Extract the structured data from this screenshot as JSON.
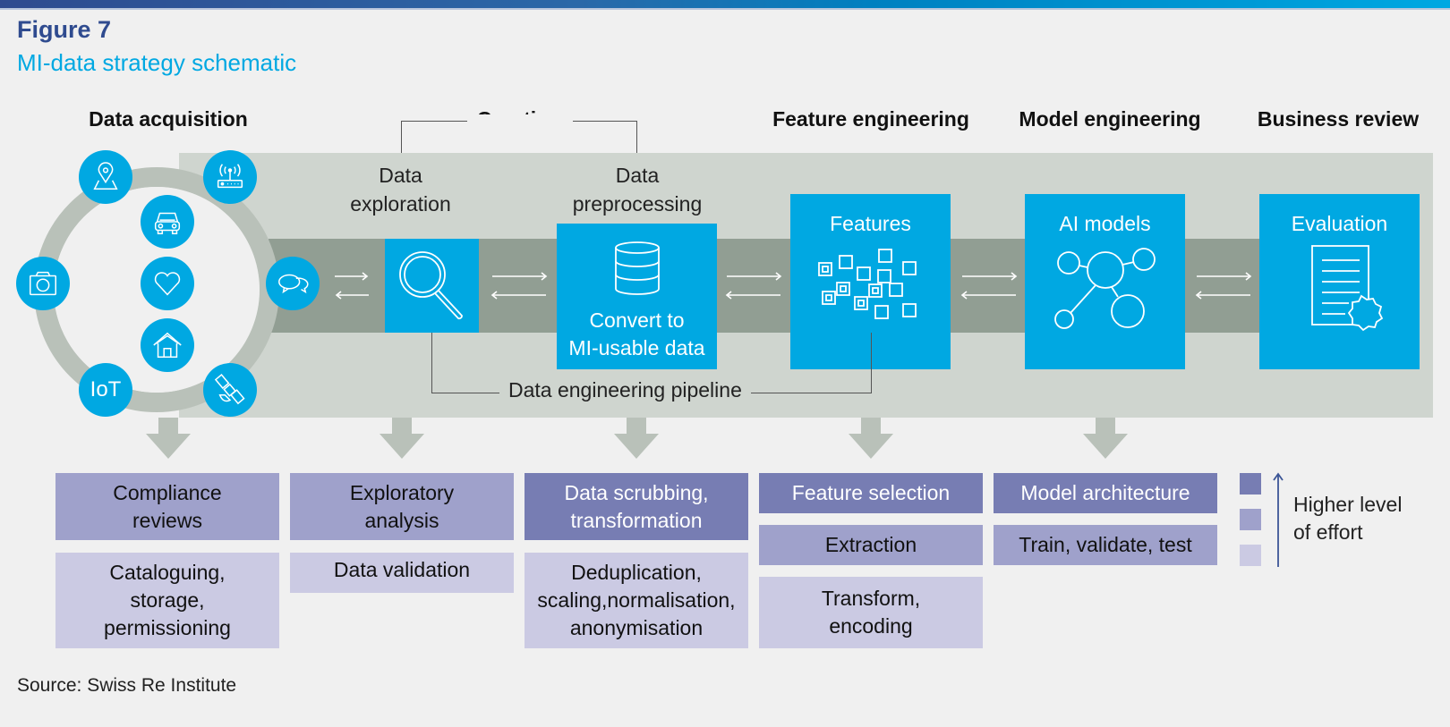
{
  "header": {
    "figure_label": "Figure 7",
    "figure_title": "MI-data strategy schematic"
  },
  "stages": {
    "data_acquisition": "Data acquisition",
    "curation": "Curation",
    "feature_engineering": "Feature engineering",
    "model_engineering": "Model engineering",
    "business_review": "Business review"
  },
  "acquisition_icons": [
    "map-pin",
    "router",
    "car",
    "heart",
    "camera",
    "chat",
    "home",
    "IoT",
    "satellite"
  ],
  "iot_label": "IoT",
  "curation_steps": {
    "exploration_label": "Data exploration",
    "exploration_line1": "Data",
    "exploration_line2": "exploration",
    "preprocessing_line1": "Data",
    "preprocessing_line2": "preprocessing",
    "convert_line1": "Convert to",
    "convert_line2": "MI-usable data"
  },
  "boxes": {
    "features": "Features",
    "ai_models": "AI models",
    "evaluation": "Evaluation"
  },
  "pipeline_label": "Data engineering pipeline",
  "tasks": {
    "acquisition": [
      "Compliance reviews",
      "Cataloguing, storage, permissioning"
    ],
    "exploration": [
      "Exploratory analysis",
      "Data validation"
    ],
    "preprocessing": [
      "Data scrubbing, transformation",
      "Deduplication, scaling,normalisation, anonymisation"
    ],
    "features": [
      "Feature selection",
      "Extraction",
      "Transform, encoding"
    ],
    "models": [
      "Model architecture",
      "Train, validate, test"
    ]
  },
  "task_lines": {
    "compliance_1": "Compliance",
    "compliance_2": "reviews",
    "catalog_1": "Cataloguing,",
    "catalog_2": "storage,",
    "catalog_3": "permissioning",
    "exploratory_1": "Exploratory",
    "exploratory_2": "analysis",
    "validation": "Data validation",
    "scrub_1": "Data scrubbing,",
    "scrub_2": "transformation",
    "dedup_1": "Deduplication,",
    "dedup_2": "scaling,normalisation,",
    "dedup_3": "anonymisation",
    "feature_sel": "Feature selection",
    "extraction": "Extraction",
    "transform_1": "Transform,",
    "transform_2": "encoding",
    "model_arch": "Model architecture",
    "train": "Train, validate, test"
  },
  "legend": {
    "line1": "Higher level",
    "line2": "of effort",
    "levels": [
      "high",
      "medium",
      "low"
    ]
  },
  "colors": {
    "accent_blue": "#00a8e2",
    "title_navy": "#2f4b8f",
    "effort_high": "#777db3",
    "effort_medium": "#9fa1cb",
    "effort_low": "#cbcae3"
  },
  "source": "Source: Swiss Re Institute"
}
